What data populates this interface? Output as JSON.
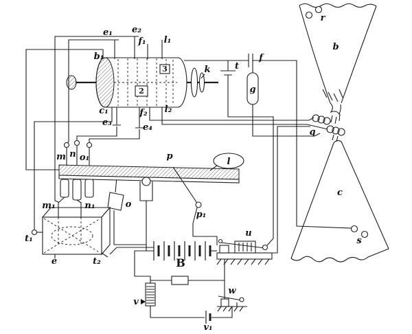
{
  "diagram": {
    "background": "#ffffff",
    "ink": "#1c1c1c",
    "labels": {
      "e1": "e₁",
      "e2": "e₂",
      "b1": "b₁",
      "f1": "f₁",
      "l1": "l₁",
      "seg2": "2",
      "seg3": "3",
      "k": "k",
      "t": "t",
      "f": "f",
      "g": "g",
      "c1": "c₁",
      "f2": "f₂",
      "l2": "l₂",
      "e3": "e₃",
      "e4": "e₄",
      "r": "r",
      "b": "b",
      "q": "q",
      "c": "c",
      "s": "s",
      "m": "m",
      "n": "n",
      "o1": "o₁",
      "p": "p",
      "l": "l",
      "m1": "m₁",
      "n1": "n₁",
      "o": "o",
      "p1": "p₁",
      "t1": "t₁",
      "e": "e",
      "t2": "t₂",
      "B": "B",
      "u": "u",
      "v": "v",
      "w": "w",
      "v1": "v₁"
    }
  }
}
